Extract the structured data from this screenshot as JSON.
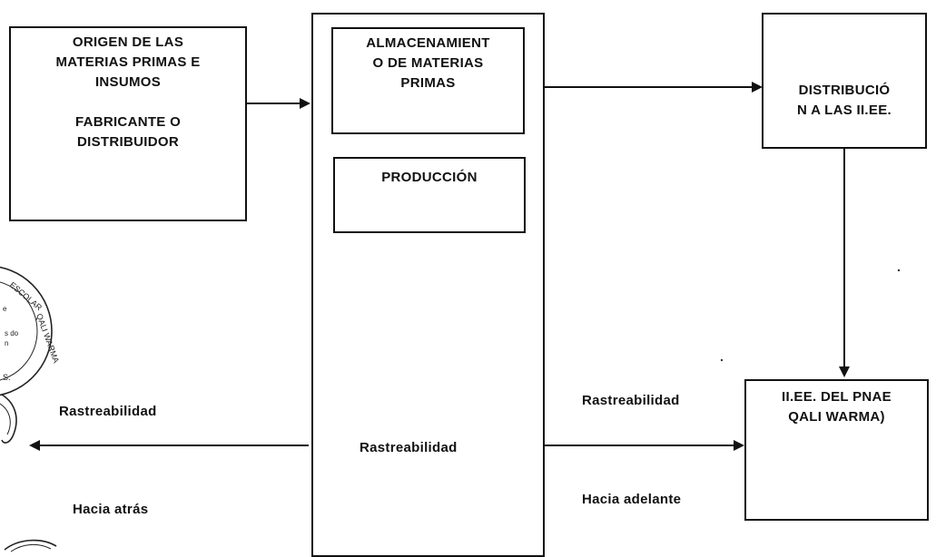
{
  "origin_box": {
    "line1": "ORIGEN DE LAS",
    "line2": "MATERIAS PRIMAS E",
    "line3": "INSUMOS",
    "line4": "FABRICANTE O",
    "line5": "DISTRIBUIDOR"
  },
  "plant": {
    "storage": {
      "line1": "ALMACENAMIENT",
      "line2": "O DE MATERIAS",
      "line3": "PRIMAS"
    },
    "production": "PRODUCCIÓN",
    "traceability_label": "Rastreabilidad"
  },
  "distribution_box": {
    "line1": "DISTRIBUCIÓ",
    "line2": "N A LAS II.EE."
  },
  "schools_box": {
    "line1": "II.EE. DEL PNAE",
    "line2": "QALI WARMA)"
  },
  "backward": {
    "label": "Rastreabilidad",
    "direction": "Hacia atrás"
  },
  "forward": {
    "label": "Rastreabilidad",
    "direction": "Hacia adelante"
  },
  "stamp": {
    "ring_text": "N ESCOLAR QALI WARMA",
    "inner_text": "e s do n",
    "edge_text": "S."
  }
}
